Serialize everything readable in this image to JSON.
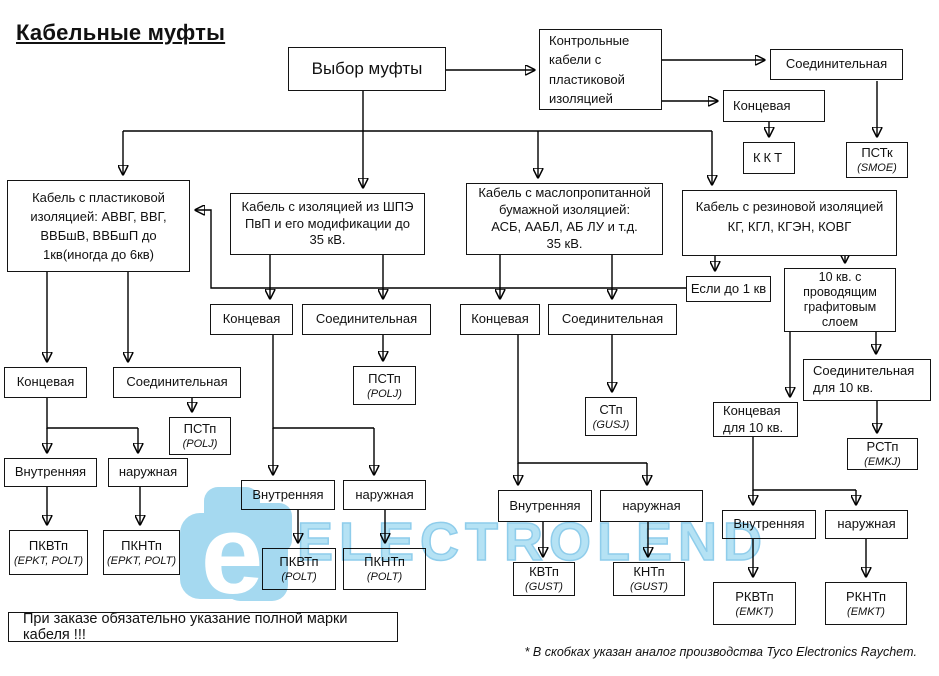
{
  "title": "Кабельные муфты",
  "note": "При заказе обязательно указание полной марки кабеля !!!",
  "footnote": "* В скобках указан аналог производства Tyco Electronics Raychem.",
  "watermark": {
    "logo_letter": "e",
    "text": "ELECTROLEND",
    "text_color": "#b5e2f4",
    "logo_color": "#a5d9f0"
  },
  "colors": {
    "line": "#000000",
    "box_border": "#141414",
    "background": "#ffffff"
  },
  "nodes": {
    "vybor": {
      "lines": [
        "Выбор муфты"
      ]
    },
    "control": {
      "lines": [
        "Контрольные",
        "кабели  с",
        "пластиковой",
        "изоляцией"
      ]
    },
    "soed_top": {
      "lines": [
        "Соединительная"
      ]
    },
    "konc_top": {
      "lines": [
        "Концевая"
      ]
    },
    "kkt": {
      "lines": [
        "ККТ"
      ]
    },
    "pstk": {
      "lines": [
        "ПСТк",
        "(SMOE)"
      ]
    },
    "plastik": {
      "lines": [
        "Кабель с пластиковой",
        "изоляцией: АВВГ, ВВГ,",
        "ВВБшВ, ВВБшП до",
        "1кв(иногда до 6кв)"
      ]
    },
    "shpe": {
      "lines": [
        "Кабель с изоляцией из ШПЭ",
        "ПвП и его модификации до",
        "35 кВ."
      ]
    },
    "maslo": {
      "lines": [
        "Кабель с маслопропитанной",
        "бумажной изоляцией:",
        "АСБ, ААБЛ, АБ ЛУ и т.д.",
        "35 кВ."
      ]
    },
    "rezina": {
      "lines": [
        "Кабель с резиновой  изоляцией",
        "КГ, КГЛ, КГЭН, КОВГ"
      ]
    },
    "esli": {
      "lines": [
        "Если до 1 кв"
      ]
    },
    "grafit": {
      "lines": [
        "10 кв. с",
        "проводящим",
        "графитовым",
        "слоем"
      ]
    },
    "konc_left": {
      "lines": [
        "Концевая"
      ]
    },
    "soed_left": {
      "lines": [
        "Соединительная"
      ]
    },
    "pstp_left": {
      "lines": [
        "ПСТп",
        "(POLJ)"
      ]
    },
    "konc_mid": {
      "lines": [
        "Концевая"
      ]
    },
    "soed_mid": {
      "lines": [
        "Соединительная"
      ]
    },
    "pstp_mid": {
      "lines": [
        "ПСТп",
        "(POLJ)"
      ]
    },
    "konc_mas": {
      "lines": [
        "Концевая"
      ]
    },
    "soed_mas": {
      "lines": [
        "Соединительная"
      ]
    },
    "stp": {
      "lines": [
        "СТп",
        "(GUSJ)"
      ]
    },
    "konc10": {
      "lines": [
        "Концевая",
        "для  10 кв."
      ]
    },
    "soed10": {
      "lines": [
        "Соединительная",
        "для  10 кв."
      ]
    },
    "rstp": {
      "lines": [
        "РСТп",
        "(EMKJ)"
      ]
    },
    "vnutr_left": {
      "lines": [
        "Внутренняя"
      ]
    },
    "naruzh_left": {
      "lines": [
        "наружная"
      ]
    },
    "pkvtp_left": {
      "lines": [
        "ПКВТп",
        "(EPKT, POLT)"
      ]
    },
    "pkntp_left": {
      "lines": [
        "ПКНТп",
        "(EPKT, POLT)"
      ]
    },
    "vnutr_mid": {
      "lines": [
        "Внутренняя"
      ]
    },
    "naruzh_mid": {
      "lines": [
        "наружная"
      ]
    },
    "pkvtp_mid": {
      "lines": [
        "ПКВТп",
        "(POLT)"
      ]
    },
    "pkntp_mid": {
      "lines": [
        "ПКНТп",
        "(POLT)"
      ]
    },
    "vnutr_mas": {
      "lines": [
        "Внутренняя"
      ]
    },
    "naruzh_mas": {
      "lines": [
        "наружная"
      ]
    },
    "kvtp": {
      "lines": [
        "КВТп",
        "(GUST)"
      ]
    },
    "kntp": {
      "lines": [
        "КНТп",
        "(GUST)"
      ]
    },
    "vnutr_rez": {
      "lines": [
        "Внутренняя"
      ]
    },
    "naruzh_rez": {
      "lines": [
        "наружная"
      ]
    },
    "rkvtp": {
      "lines": [
        "РКВТп",
        "(EMKT)"
      ]
    },
    "rkntp": {
      "lines": [
        "РКНТп",
        "(EMKT)"
      ]
    }
  }
}
